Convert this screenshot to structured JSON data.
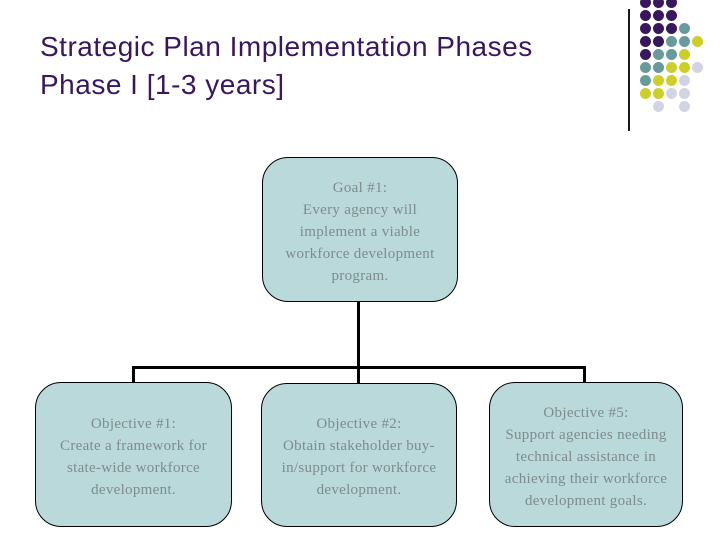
{
  "title": {
    "line1": "Strategic Plan Implementation Phases",
    "line2": "Phase I [1-3 years]"
  },
  "colors": {
    "title_text": "#39175E",
    "rule": "#1a1a1a",
    "box_fill": "#B9D9DB",
    "box_border": "#000000",
    "box_text": "#7E8C8C",
    "connector": "#000000"
  },
  "decoration": {
    "dot_colors": {
      "P": "#39175E",
      "T": "#689B9B",
      "Y": "#CDCF29",
      "L": "#D3D3E6"
    },
    "dot_pattern": [
      "PPP..",
      "PPP..",
      "PPPT.",
      "PPTTY",
      "PTTY.",
      "TTYYL",
      "TYYL.",
      "YYLL.",
      ".L.L."
    ]
  },
  "diagram": {
    "goal": {
      "text": "Goal #1:\nEvery agency will\nimplement a viable\nworkforce development\nprogram."
    },
    "objectives": [
      {
        "text": "Objective #1:\nCreate a framework for\nstate-wide workforce\ndevelopment."
      },
      {
        "text": "Objective #2:\nObtain stakeholder buy-\nin/support for workforce\ndevelopment."
      },
      {
        "text": "Objective #5:\nSupport agencies needing\ntechnical assistance in\nachieving their workforce\ndevelopment goals."
      }
    ]
  }
}
